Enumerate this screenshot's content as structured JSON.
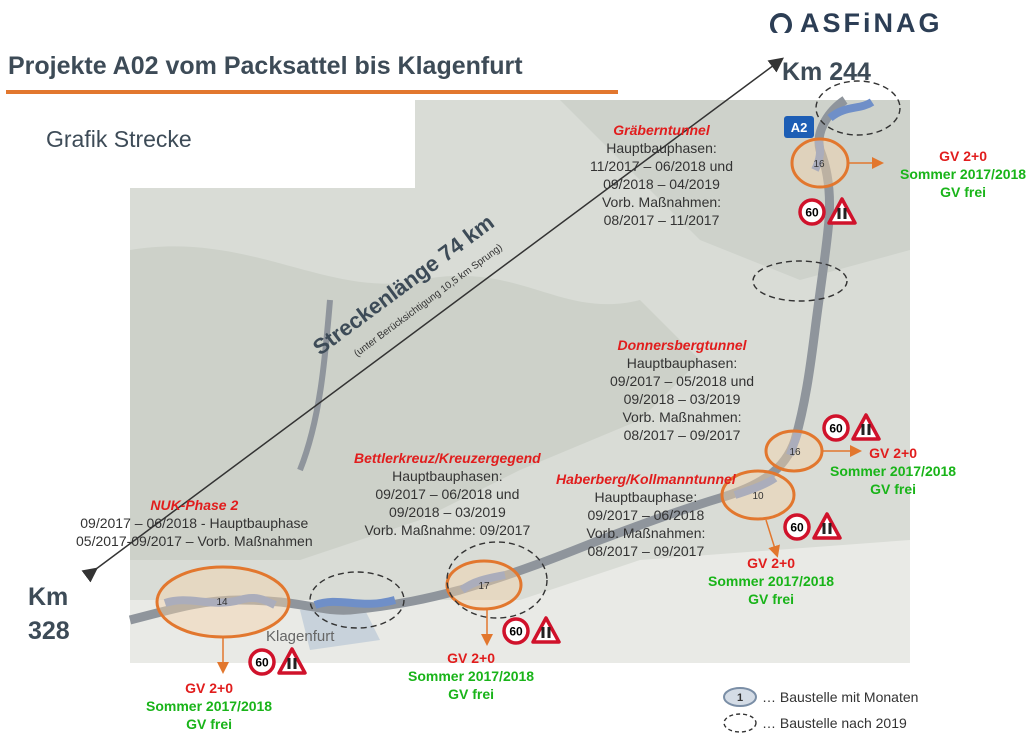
{
  "header": {
    "title": "Projekte A02 vom Packsattel bis Klagenfurt",
    "subtitle": "Grafik Strecke",
    "logo": "ASFiNAG"
  },
  "route": {
    "km_end": "Km 244",
    "km_start_line1": "Km",
    "km_start_line2": "328",
    "length_label": "Streckenlänge 74 km",
    "length_note": "(unter Berücksichtigung 10,5 km Sprung)",
    "motorway_badge": "A2",
    "city": "Klagenfurt"
  },
  "construction_sites": [
    {
      "name": "Gräberntunnel",
      "lines": [
        "Hauptbauphasen:",
        "11/2017 – 06/2018 und",
        "09/2018 – 04/2019",
        "Vorb. Maßnahmen:",
        "08/2017 – 11/2017"
      ],
      "months": "16"
    },
    {
      "name": "Donnersbergtunnel",
      "lines": [
        "Hauptbauphasen:",
        "09/2017 – 05/2018 und",
        "09/2018 – 03/2019",
        "Vorb. Maßnahmen:",
        "08/2017 – 09/2017"
      ],
      "months": "16"
    },
    {
      "name": "Haberberg/Kollmanntunnel",
      "lines": [
        "Hauptbauphase:",
        "09/2017 – 06/2018",
        "Vorb. Maßnahmen:",
        "08/2017 – 09/2017"
      ],
      "months": "10"
    },
    {
      "name": "Bettlerkreuz/Kreuzergegend",
      "lines": [
        "Hauptbauphasen:",
        "09/2017 – 06/2018 und",
        "09/2018 – 03/2019",
        "Vorb. Maßnahme: 09/2017"
      ],
      "months": "17"
    },
    {
      "name": "NUK-Phase 2",
      "lines": [
        "09/2017 – 06/2018 - Hauptbauphase",
        "05/2017-09/2017 – Vorb. Maßnahmen"
      ],
      "months": "14"
    }
  ],
  "traffic": {
    "line1": "GV 2+0",
    "line2": "Sommer 2017/2018",
    "line3": "GV frei",
    "speed_limit": "60"
  },
  "legend": {
    "months_marker": "1",
    "months_label": "… Baustelle mit Monaten",
    "after_2019_label": "… Baustelle nach 2019"
  },
  "colors": {
    "accent_orange": "#e2772e",
    "red": "#e11d1d",
    "green": "#19b419",
    "title_gray": "#3d4b57",
    "road_blue": "#6f8fc8"
  }
}
